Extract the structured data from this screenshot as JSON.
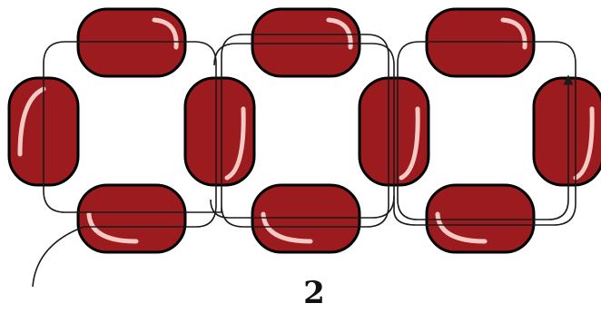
{
  "figure": {
    "step_number": "2"
  },
  "colors": {
    "bead_fill": "#9b1b1e",
    "bead_outline": "#000000",
    "bead_highlight": "#f6c9c4",
    "thread": "#1a1a1a",
    "background": "#ffffff"
  },
  "beadwork": {
    "units": 3,
    "beads_per_unit": 4,
    "thread_end_marker": "arrowhead"
  }
}
